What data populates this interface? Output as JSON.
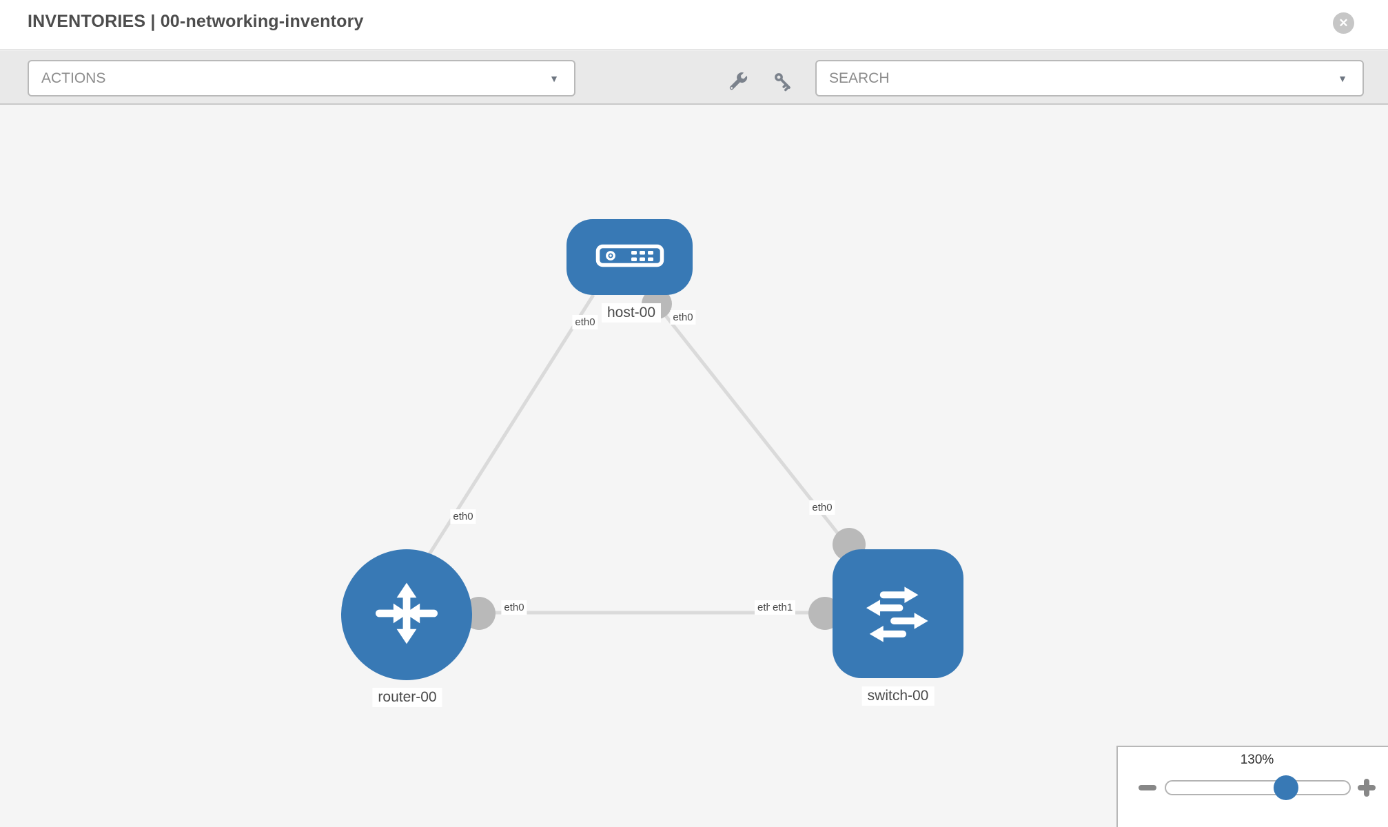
{
  "header": {
    "title": "INVENTORIES | 00-networking-inventory"
  },
  "toolbar": {
    "actions_label": "ACTIONS",
    "search_label": "SEARCH",
    "caret": "▼"
  },
  "topology": {
    "nodes": [
      {
        "label": "host-00",
        "type": "host"
      },
      {
        "label": "router-00",
        "type": "router"
      },
      {
        "label": "switch-00",
        "type": "switch"
      }
    ],
    "links": [
      {
        "from": "host-00",
        "from_iface": "eth0",
        "to": "router-00",
        "to_iface": "eth0"
      },
      {
        "from": "host-00",
        "from_iface": "eth0",
        "to": "switch-00",
        "to_iface": "eth0"
      },
      {
        "from": "router-00",
        "from_iface": "eth0",
        "to": "switch-00",
        "to_iface": "eth1"
      }
    ],
    "iface_labels": {
      "host_to_router_at_host": "eth0",
      "host_to_router_at_router": "eth0",
      "host_to_switch_at_host": "eth0",
      "host_to_switch_at_switch": "eth0",
      "router_to_switch_at_router": "eth0",
      "router_to_switch_at_switch_back": "eth0",
      "router_to_switch_at_switch": "eth1"
    }
  },
  "zoom_control": {
    "level": "130%",
    "percent": 130
  },
  "colors": {
    "node_blue": "#3879b5",
    "link_gray": "#dadada",
    "connector_gray": "#b9b9b9",
    "toolbar_bg": "#e9e9e9",
    "canvas_bg": "#f5f5f5",
    "label_text": "#4a4a4a"
  }
}
